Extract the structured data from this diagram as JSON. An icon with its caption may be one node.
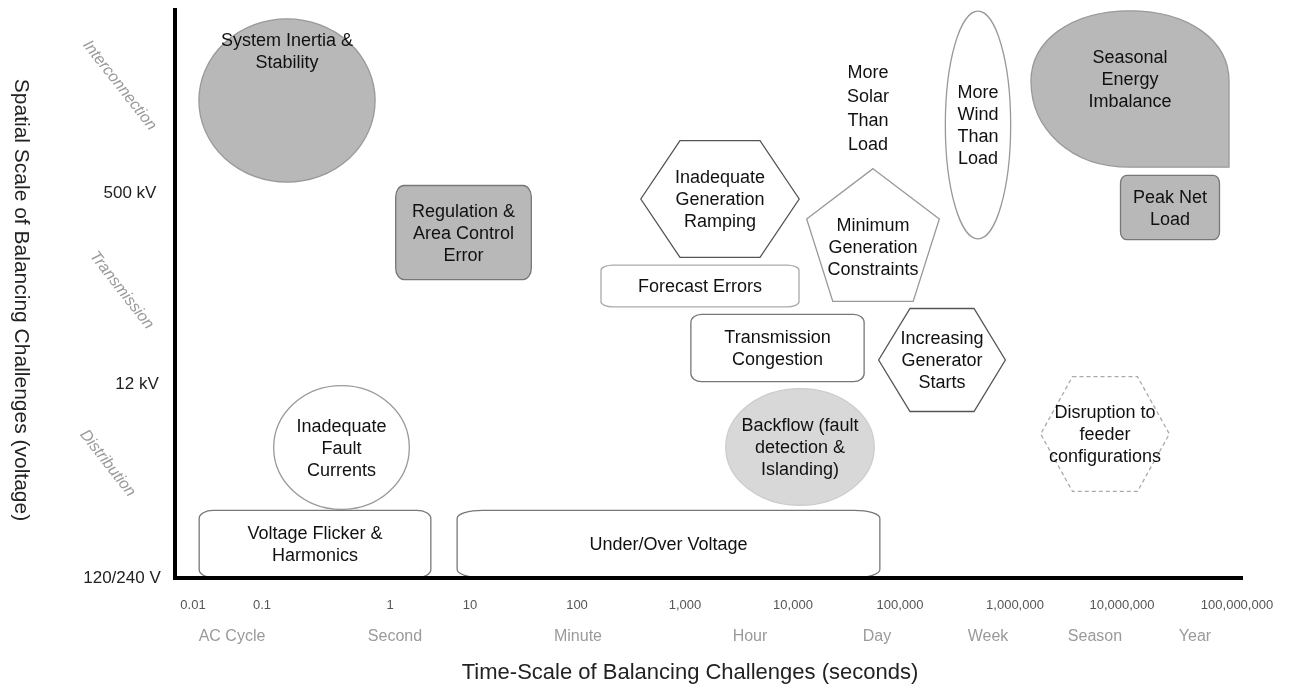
{
  "diagram": {
    "nodes": [
      {
        "text": [
          "System Inertia & Stability"
        ]
      },
      {
        "text": [
          "More Wind Than Load"
        ]
      },
      {
        "text": [
          "Seasonal Energy Imbalance"
        ]
      },
      {
        "text": [
          "Peak Net Load"
        ]
      },
      {
        "text": [
          "Regulation & Area Control Error"
        ]
      },
      {
        "text": [
          "Inadequate Generation Ramping"
        ]
      },
      {
        "text": [
          "Minimum Generation Constraints"
        ]
      },
      {
        "text": [
          "Forecast Errors"
        ]
      },
      {
        "text": [
          "Transmission Congestion"
        ]
      },
      {
        "text": [
          "Increasing Generator Starts"
        ]
      },
      {
        "text": [
          "Backflow (fault detection & Islanding)"
        ]
      },
      {
        "text": [
          "Disruption to feeder configurations"
        ]
      },
      {
        "text": [
          "Inadequate Fault Currents"
        ]
      },
      {
        "text": [
          "Voltage Flicker & Harmonics"
        ]
      },
      {
        "text": [
          "Under/Over Voltage"
        ]
      }
    ],
    "labels": [
      "Spatial Scale of Balancing Challenges (voltage)",
      "Interconnection",
      "500 kV",
      "Transmission",
      "12 kV",
      "Distribution",
      "120/240 V",
      "More Solar Than Load",
      "0.01",
      "0.1",
      "1",
      "10",
      "100",
      "1,000",
      "10,000",
      "100,000",
      "1,000,000",
      "10,000,000",
      "100,000,000",
      "AC Cycle",
      "Second",
      "Minute",
      "Hour",
      "Day",
      "Week",
      "Season",
      "Year",
      "Time-Scale of Balancing Challenges (seconds)"
    ]
  }
}
